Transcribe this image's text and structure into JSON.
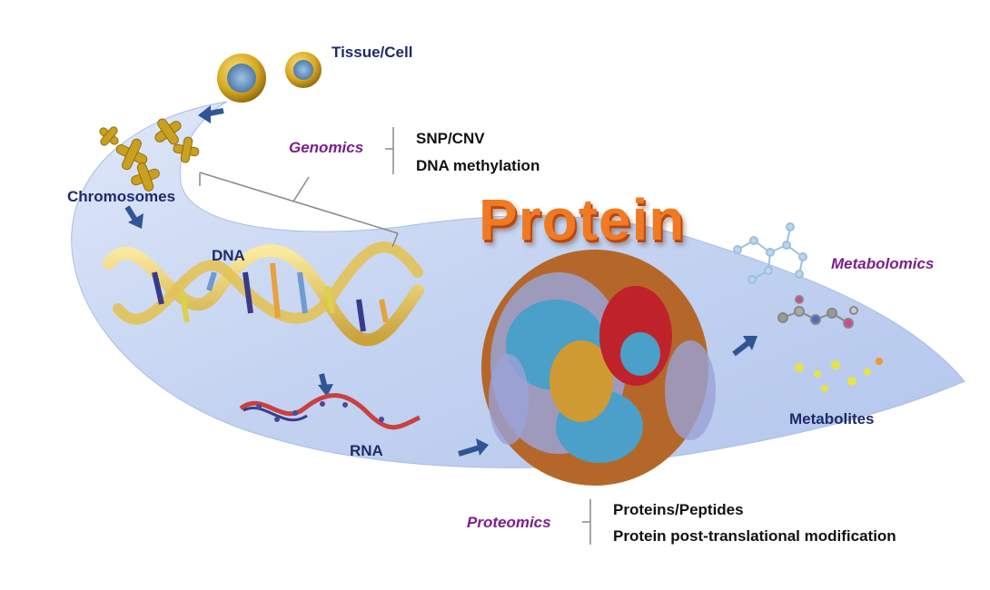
{
  "colors": {
    "band": "#c9d7f3",
    "band_edge": "#a9bde8",
    "stage_label": "#1f2a6b",
    "omics_label": "#7b1f8c",
    "protein_title": "#f07a22",
    "arrow": "#2e5597"
  },
  "icons": [
    "cell-icon",
    "chromosome-icon",
    "dna-helix-icon",
    "rna-strand-icon",
    "protein-structure-icon",
    "molecule-icon"
  ],
  "stages": {
    "tissue_cell": "Tissue/Cell",
    "chromosomes": "Chromosomes",
    "dna": "DNA",
    "rna": "RNA",
    "protein": "Protein",
    "metabolites": "Metabolites"
  },
  "genomics": {
    "label": "Genomics",
    "items": [
      "SNP/CNV",
      "DNA methylation"
    ]
  },
  "metabolomics": {
    "label": "Metabolomics"
  },
  "proteomics": {
    "label": "Proteomics",
    "items": [
      "Proteins/Peptides",
      "Protein post-translational modification"
    ]
  }
}
